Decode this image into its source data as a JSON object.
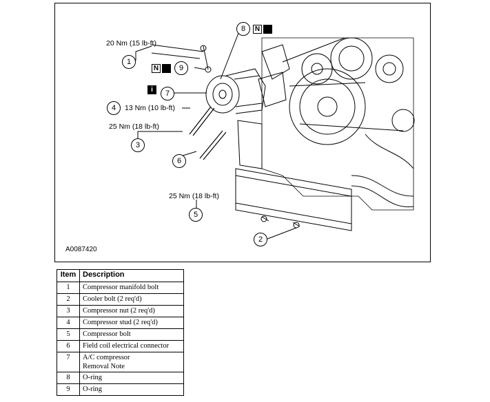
{
  "figure": {
    "figure_id": "A0087420",
    "torque_labels": {
      "t1": "20 Nm (15 lb-ft)",
      "t4": "13 Nm (10 lb-ft)",
      "t3": "25 Nm (18 lb-ft)",
      "t5": "25 Nm (18 lb-ft)"
    },
    "callouts": [
      "1",
      "2",
      "3",
      "4",
      "5",
      "6",
      "7",
      "8",
      "9"
    ],
    "tags": {
      "new_part": "N",
      "lubricate": "",
      "info": "i"
    }
  },
  "table": {
    "headers": {
      "item": "Item",
      "description": "Description"
    },
    "rows": [
      {
        "item": "1",
        "description": "Compressor manifold bolt"
      },
      {
        "item": "2",
        "description": "Cooler bolt (2 req'd)"
      },
      {
        "item": "3",
        "description": "Compressor nut (2 req'd)"
      },
      {
        "item": "4",
        "description": "Compressor stud (2 req'd)"
      },
      {
        "item": "5",
        "description": "Compressor bolt"
      },
      {
        "item": "6",
        "description": "Field coil electrical connector"
      },
      {
        "item": "7",
        "description": "A/C compressor",
        "note": "Removal Note"
      },
      {
        "item": "8",
        "description": "O-ring"
      },
      {
        "item": "9",
        "description": "O-ring"
      }
    ]
  }
}
